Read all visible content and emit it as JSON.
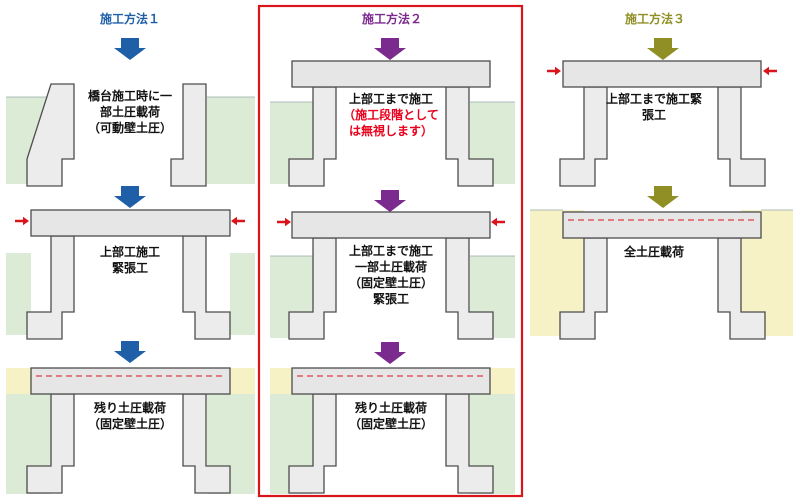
{
  "colors": {
    "method1": "#1f5fa8",
    "method2": "#7b2a8e",
    "method3": "#8f8f26",
    "highlight_frame": "#d9141b",
    "soil_green": "#dcebd6",
    "soil_yellow": "#f7f1c6",
    "load_arrow": "#d9141b",
    "dashed_line": "#d9141b"
  },
  "methods": [
    {
      "title": "施工方法１",
      "steps": [
        {
          "lines": [
            "橋台施工時に一",
            "部土圧載荷",
            "（可動壁土圧）"
          ]
        },
        {
          "lines": [
            "上部工施工",
            "緊張工"
          ]
        },
        {
          "lines": [
            "残り土圧載荷",
            "（固定壁土圧）"
          ]
        }
      ]
    },
    {
      "title": "施工方法２",
      "steps": [
        {
          "lines": [
            "上部工まで施工",
            "（施工段階として",
            "は無視します）"
          ]
        },
        {
          "lines": [
            "上部工まで施工",
            "一部土圧載荷",
            "（固定壁土圧）",
            "緊張工"
          ]
        },
        {
          "lines": [
            "残り土圧載荷",
            "（固定壁土圧）"
          ]
        }
      ]
    },
    {
      "title": "施工方法３",
      "steps": [
        {
          "lines": [
            "上部工まで施工緊",
            "張工"
          ]
        },
        {
          "lines": [
            "全土圧載荷"
          ]
        }
      ]
    }
  ]
}
